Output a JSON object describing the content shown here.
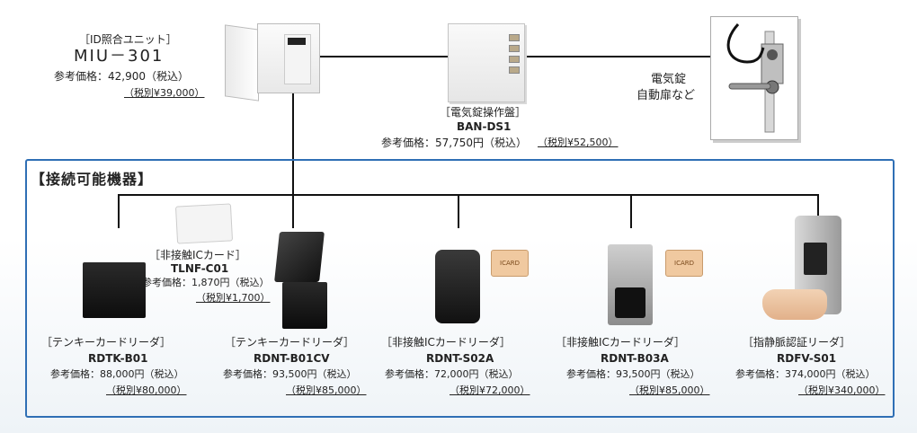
{
  "main_unit": {
    "bracket_name": "［ID照合ユニット］",
    "model": "MIU－301",
    "price": "参考価格：42,900（税込）",
    "price_ex": "（税別¥39,000）"
  },
  "lock_panel": {
    "bracket_name": "［電気錠操作盤］",
    "model": "BAN-DS1",
    "price": "参考価格：57,750円（税込）",
    "price_ex": "（税別¥52,500）"
  },
  "lock": {
    "line1": "電気錠",
    "line2": "自動扉など"
  },
  "section_title": "【接続可能機器】",
  "card": {
    "bracket_name": "［非接触ICカード］",
    "model": "TLNF-C01",
    "price": "参考価格：1,870円（税込）",
    "price_ex": "（税別¥1,700）"
  },
  "devices": [
    {
      "bracket_name": "［テンキーカードリーダ］",
      "model": "RDTK-B01",
      "price": "参考価格：88,000円（税込）",
      "price_ex": "（税別¥80,000）"
    },
    {
      "bracket_name": "［テンキーカードリーダ］",
      "model": "RDNT-B01CV",
      "price": "参考価格：93,500円（税込）",
      "price_ex": "（税別¥85,000）"
    },
    {
      "bracket_name": "［非接触ICカードリーダ］",
      "model": "RDNT-S02A",
      "price": "参考価格：72,000円（税込）",
      "price_ex": "（税別¥72,000）"
    },
    {
      "bracket_name": "［非接触ICカードリーダ］",
      "model": "RDNT-B03A",
      "price": "参考価格：93,500円（税込）",
      "price_ex": "（税別¥85,000）"
    },
    {
      "bracket_name": "［指静脈認証リーダ］",
      "model": "RDFV-S01",
      "price": "参考価格：374,000円（税込）",
      "price_ex": "（税別¥340,000）"
    }
  ],
  "card_label": "ICARD",
  "colors": {
    "frame": "#2f6fb5",
    "line": "#111111"
  }
}
